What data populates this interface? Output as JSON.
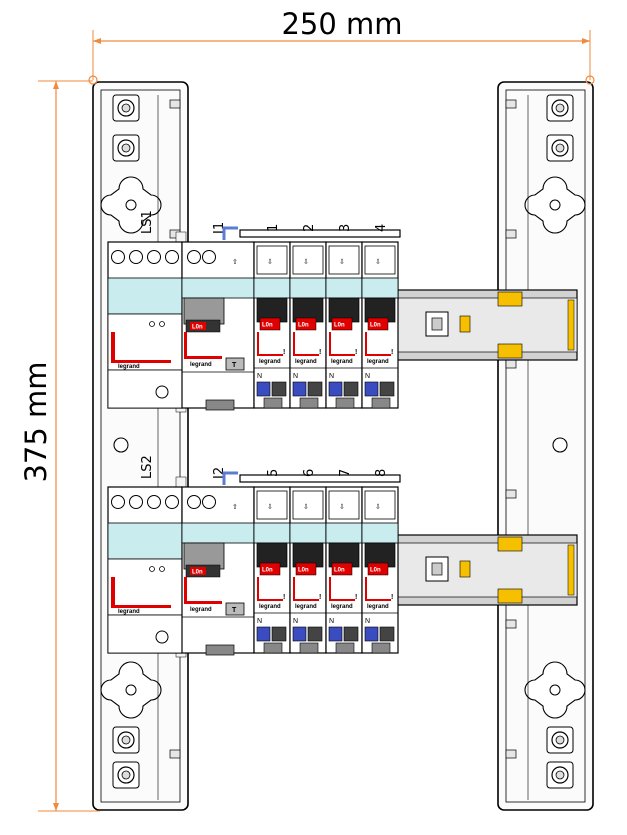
{
  "dimensions": {
    "width_label": "250 mm",
    "height_label": "375 mm"
  },
  "rows": [
    {
      "main_switch_label": "LS1",
      "input_label": "I1",
      "breaker_labels": [
        "1",
        "2",
        "3",
        "4"
      ]
    },
    {
      "main_switch_label": "LS2",
      "input_label": "I2",
      "breaker_labels": [
        "5",
        "6",
        "7",
        "8"
      ]
    }
  ],
  "device_markings": {
    "brand": "legrand",
    "on_marker": "L0n",
    "test_button": "T",
    "neutral": "N"
  },
  "colors": {
    "rcd_teal": "#c9ecef",
    "brand_red": "#e00000",
    "clip_yellow": "#f6c000",
    "terminal_blue": "#3a4cc0",
    "rail_gray": "#d2d2d2",
    "dimension_line": "#f08a3c"
  }
}
